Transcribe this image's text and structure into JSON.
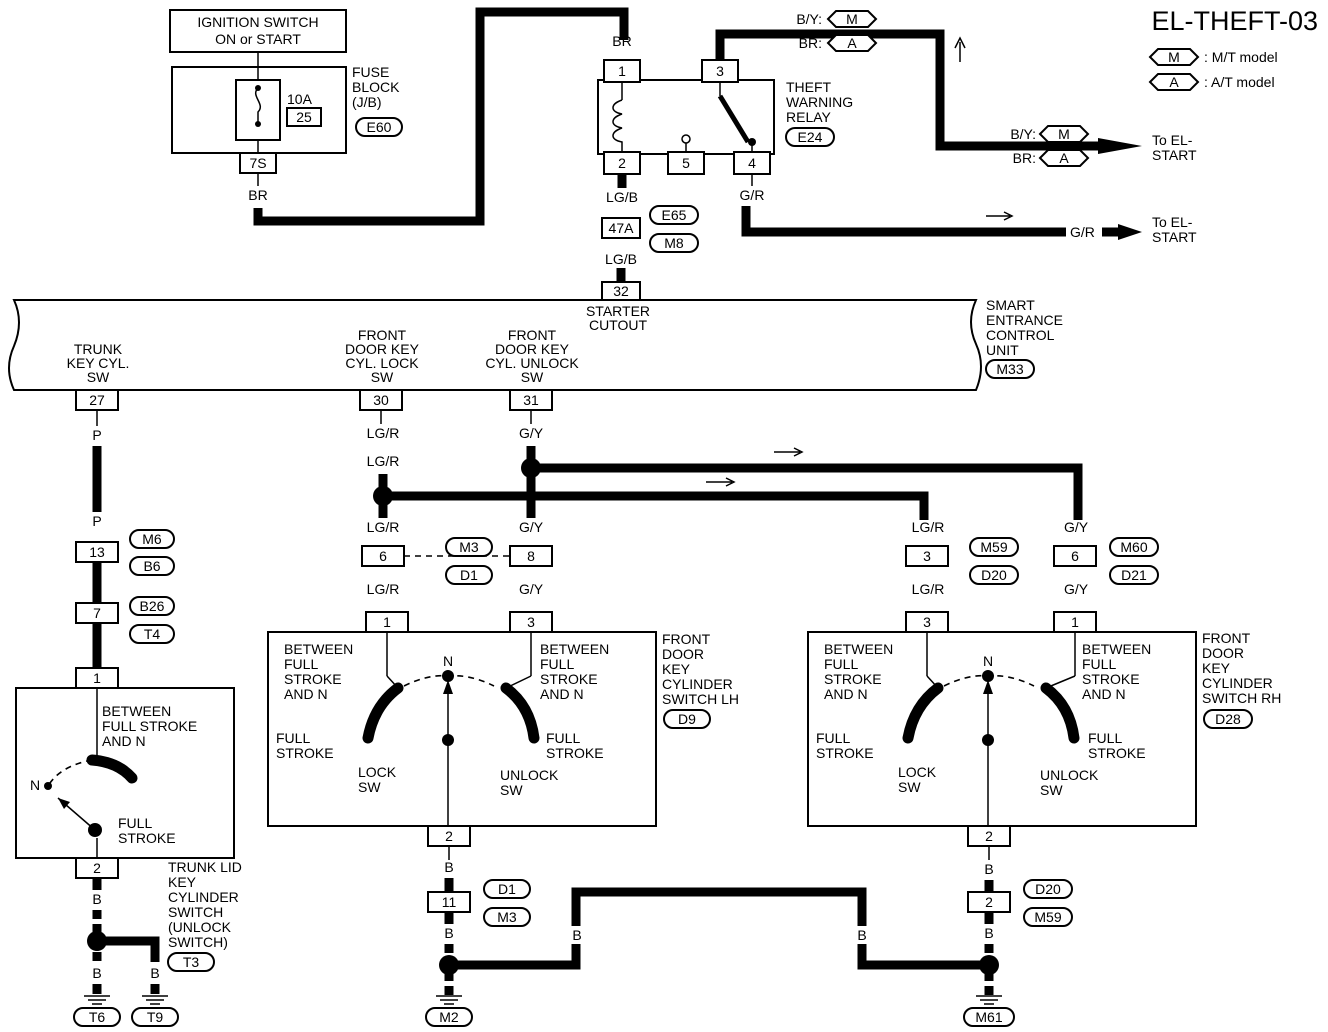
{
  "title": "EL-THEFT-03",
  "legend": [
    {
      "code": "M",
      "text": ": M/T model"
    },
    {
      "code": "A",
      "text": ": A/T model"
    }
  ],
  "ignition": {
    "line1": "IGNITION SWITCH",
    "line2": "ON or START"
  },
  "fuse": {
    "amp": "10A",
    "number": "25",
    "pin": "7S",
    "wire": "BR",
    "connector": "E60",
    "label": [
      "FUSE",
      "BLOCK",
      "(J/B)"
    ]
  },
  "relay": {
    "label": [
      "THEFT",
      "WARNING",
      "RELAY"
    ],
    "connector": "E24",
    "pins": [
      "1",
      "3",
      "2",
      "5",
      "4"
    ],
    "wire_top": "BR",
    "wire3_a": "B/Y:",
    "code3_a": "M",
    "wire3_b": "BR:",
    "code3_b": "A",
    "wire4": "G/R"
  },
  "to_el_start_1": {
    "wire_a": "B/Y:",
    "code_a": "M",
    "wire_b": "BR:",
    "code_b": "A",
    "label": [
      "To EL-",
      "START"
    ]
  },
  "to_el_start_2": {
    "wire": "G/R",
    "label": [
      "To EL-",
      "START"
    ]
  },
  "relay_to_unit": {
    "wire_a": "LG/B",
    "pin": "47A",
    "conn_a": "E65",
    "conn_b": "M8",
    "wire_b": "LG/B",
    "unit_pin": "32"
  },
  "unit": {
    "label": [
      "SMART",
      "ENTRANCE",
      "CONTROL",
      "UNIT"
    ],
    "connector": "M33",
    "starter_label": [
      "STARTER",
      "CUTOUT"
    ],
    "inputs": [
      {
        "pin": "27",
        "label": [
          "TRUNK",
          "KEY CYL.",
          "SW"
        ]
      },
      {
        "pin": "30",
        "label": [
          "FRONT",
          "DOOR KEY",
          "CYL. LOCK",
          "SW"
        ]
      },
      {
        "pin": "31",
        "label": [
          "FRONT",
          "DOOR KEY",
          "CYL. UNLOCK",
          "SW"
        ]
      }
    ]
  },
  "trunk": {
    "wire": "P",
    "conn1": {
      "pin": "13",
      "a": "M6",
      "b": "B6"
    },
    "conn2": {
      "pin": "7",
      "a": "B26",
      "b": "T4"
    },
    "switch_pin_top": "1",
    "switch_pin_bottom": "2",
    "between": [
      "BETWEEN",
      "FULL STROKE",
      "AND N"
    ],
    "n": "N",
    "full": [
      "FULL",
      "STROKE"
    ],
    "label": [
      "TRUNK LID",
      "KEY",
      "CYLINDER",
      "SWITCH",
      "(UNLOCK",
      "SWITCH)"
    ],
    "connector": "T3",
    "ground_wire": "B",
    "grounds": [
      "T6",
      "T9"
    ]
  },
  "front_lh": {
    "wire_lock": "LG/R",
    "wire_unlock": "G/Y",
    "conn_pins": [
      "6",
      "8"
    ],
    "conn_a": "M3",
    "conn_b": "D1",
    "switch_pins": [
      "1",
      "3"
    ],
    "bottom_pin": "2",
    "between_left": [
      "BETWEEN",
      "FULL",
      "STROKE",
      "AND N"
    ],
    "between_right": [
      "BETWEEN",
      "FULL",
      "STROKE",
      "AND N"
    ],
    "n": "N",
    "full_left": [
      "FULL",
      "STROKE"
    ],
    "full_right": [
      "FULL",
      "STROKE"
    ],
    "lock_sw": [
      "LOCK",
      "SW"
    ],
    "unlock_sw": [
      "UNLOCK",
      "SW"
    ],
    "label": [
      "FRONT",
      "DOOR",
      "KEY",
      "CYLINDER",
      "SWITCH LH"
    ],
    "connector": "D9",
    "ground_wire": "B",
    "conn_bottom": {
      "pin": "11",
      "a": "D1",
      "b": "M3"
    },
    "ground": "M2"
  },
  "front_rh": {
    "wire_lock": "LG/R",
    "wire_unlock": "G/Y",
    "conn_lock": {
      "pin": "3",
      "a": "M59",
      "b": "D20"
    },
    "conn_unlock": {
      "pin": "6",
      "a": "M60",
      "b": "D21"
    },
    "switch_pins": [
      "3",
      "1"
    ],
    "bottom_pin": "2",
    "between_left": [
      "BETWEEN",
      "FULL",
      "STROKE",
      "AND N"
    ],
    "between_right": [
      "BETWEEN",
      "FULL",
      "STROKE",
      "AND N"
    ],
    "n": "N",
    "full_left": [
      "FULL",
      "STROKE"
    ],
    "full_right": [
      "FULL",
      "STROKE"
    ],
    "lock_sw": [
      "LOCK",
      "SW"
    ],
    "unlock_sw": [
      "UNLOCK",
      "SW"
    ],
    "label": [
      "FRONT",
      "DOOR",
      "KEY",
      "CYLINDER",
      "SWITCH RH"
    ],
    "connector": "D28",
    "ground_wire": "B",
    "conn_bottom": {
      "pin": "2",
      "a": "D20",
      "b": "M59"
    },
    "ground": "M61"
  },
  "ground_link_wire": "B"
}
